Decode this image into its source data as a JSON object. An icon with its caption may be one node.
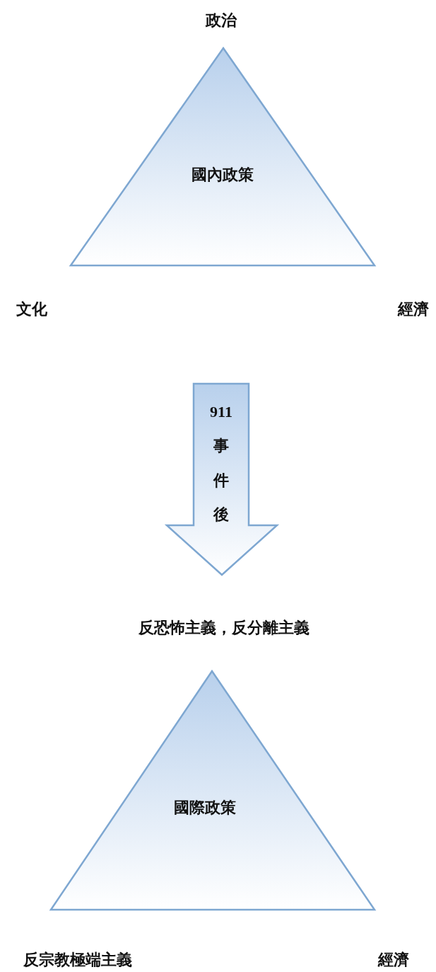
{
  "diagram": {
    "nodes": [
      {
        "text": [
          "國內政策"
        ]
      },
      {
        "text": [
          "911事件後"
        ]
      },
      {
        "text": [
          "國際政策"
        ]
      }
    ],
    "labels": [
      "政治",
      "文化",
      "經濟",
      "反恐怖主義，反分離主義",
      "反宗教極端主義",
      "經濟"
    ]
  }
}
